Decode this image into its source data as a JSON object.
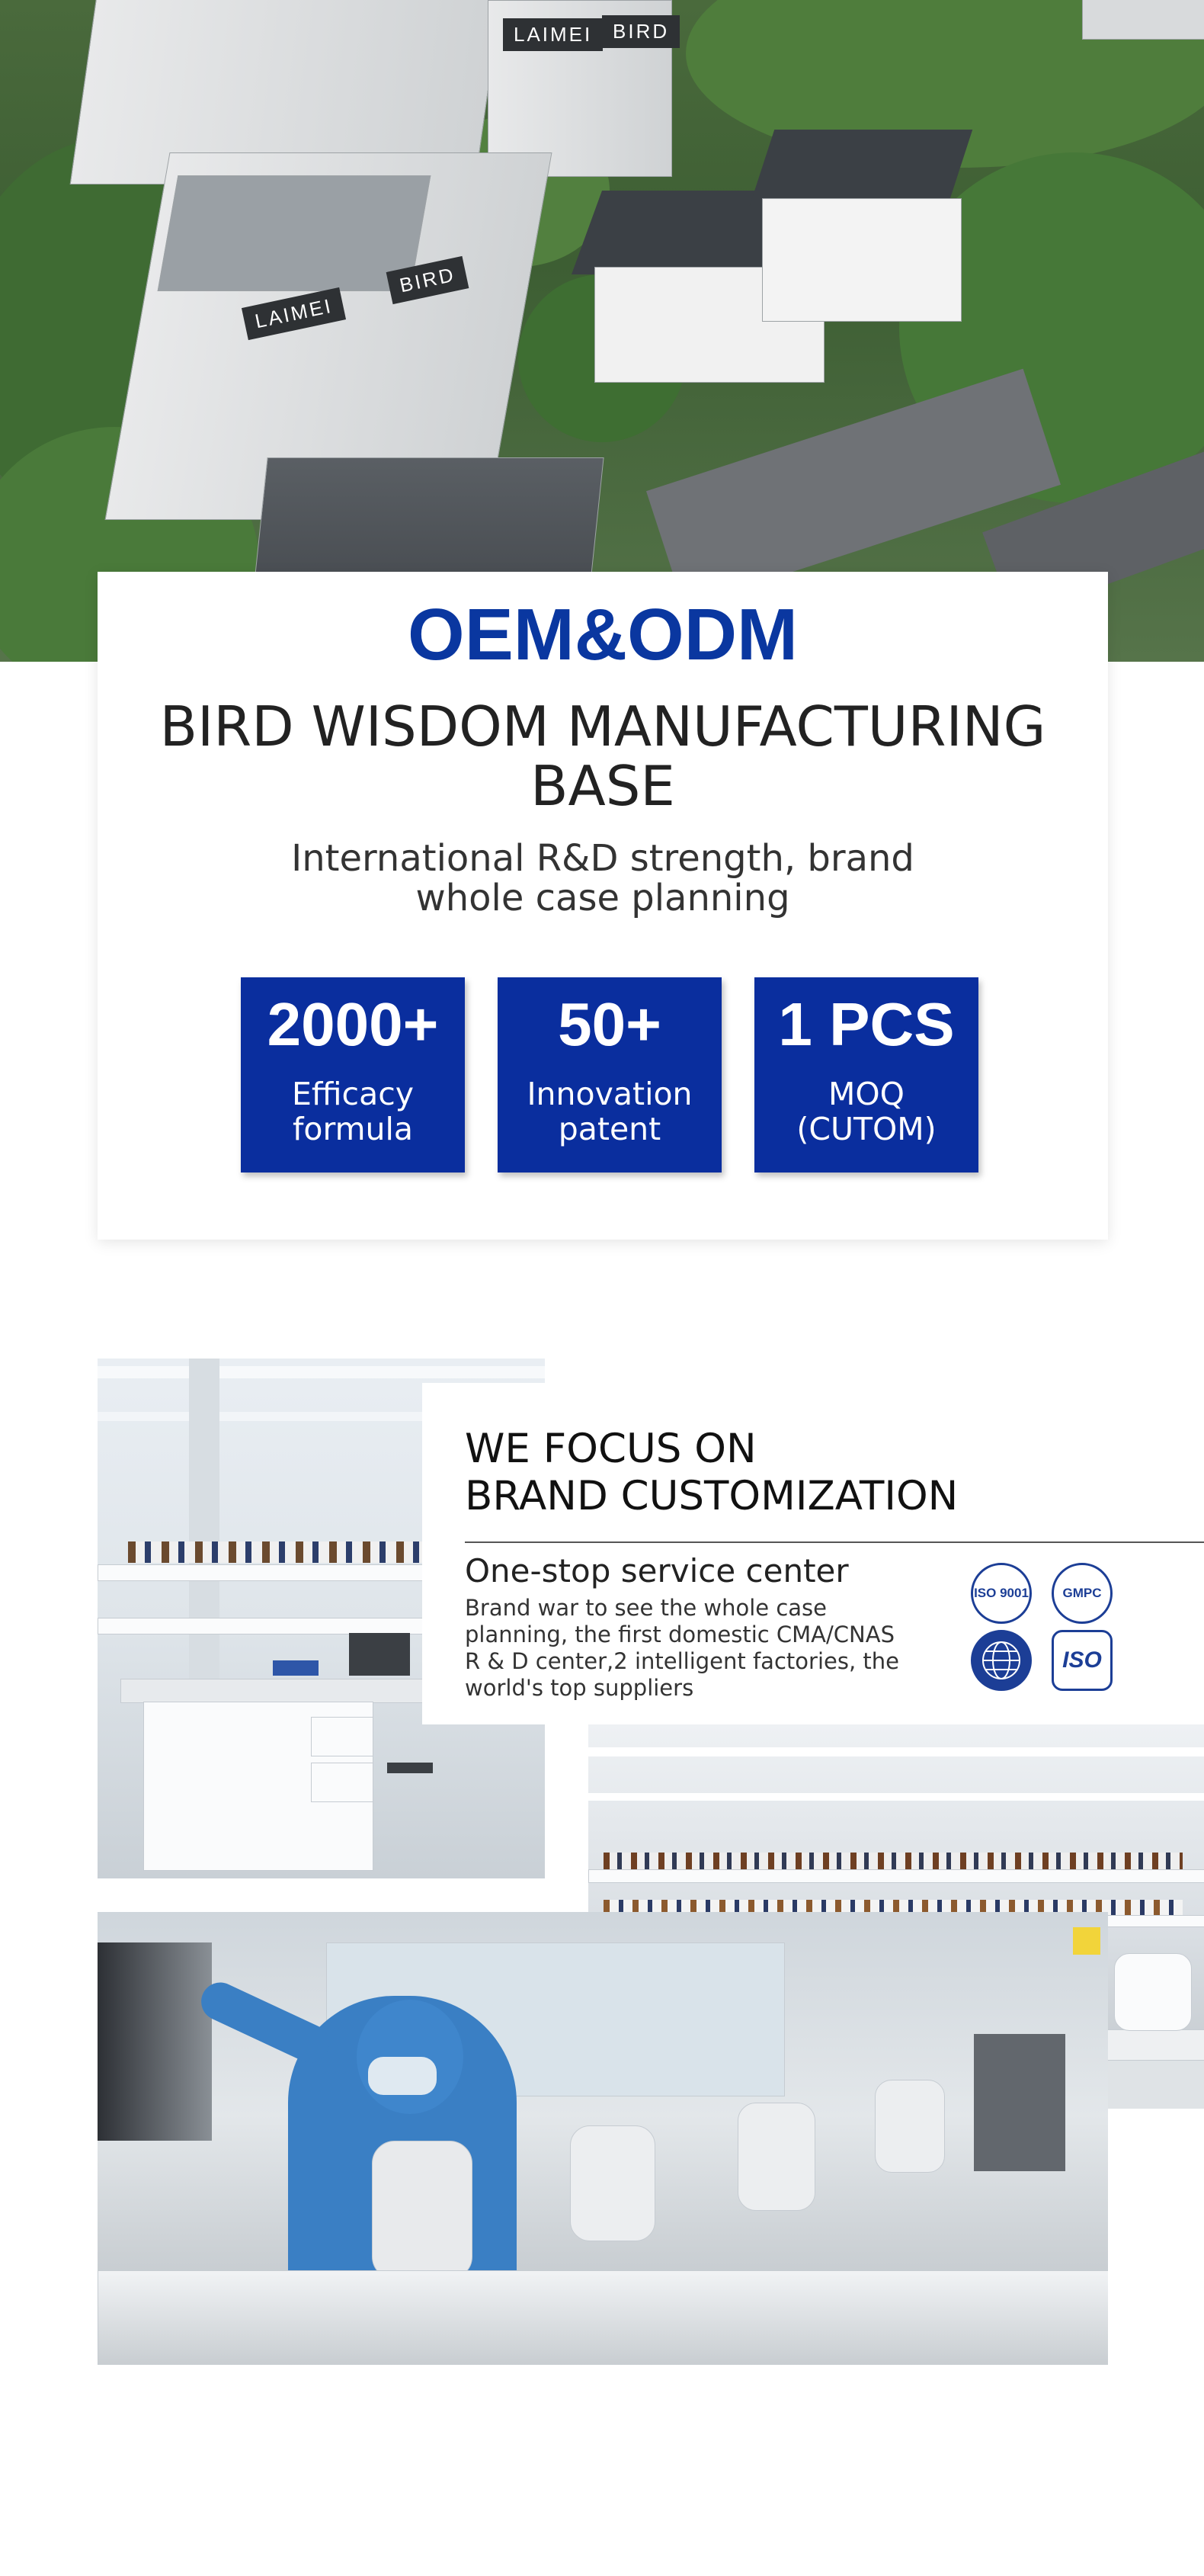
{
  "hero": {
    "signs": [
      "LAIMEI",
      "BIRD",
      "LAIMEI",
      "BIRD"
    ]
  },
  "card": {
    "heading": "OEM&ODM",
    "title": "BIRD WISDOM MANUFACTURING BASE",
    "subtitle": "International R&D strength, brand whole case planning",
    "stats": [
      {
        "value": "2000+",
        "label": "Efficacy formula"
      },
      {
        "value": "50+",
        "label": "Innovation patent"
      },
      {
        "value": "1 PCS",
        "label": "MOQ (CUTOM)"
      }
    ]
  },
  "focus": {
    "title_line1": "WE FOCUS ON",
    "title_line2": "BRAND CUSTOMIZATION",
    "subtitle": "One-stop service center",
    "description": "Brand war to see the whole case planning, the first domestic CMA/CNAS R & D center,2 intelligent factories, the world's top suppliers",
    "certificates": [
      {
        "label": "ISO 9001",
        "icon": "iso-9001-seal-icon"
      },
      {
        "label": "GMPC",
        "icon": "gmpc-globe-icon"
      },
      {
        "label": "",
        "icon": "globe-icon"
      },
      {
        "label": "ISO",
        "icon": "iso-logo-icon"
      }
    ]
  },
  "colors": {
    "brand_blue": "#0a37a0",
    "stat_blue": "#0a2e9e"
  }
}
